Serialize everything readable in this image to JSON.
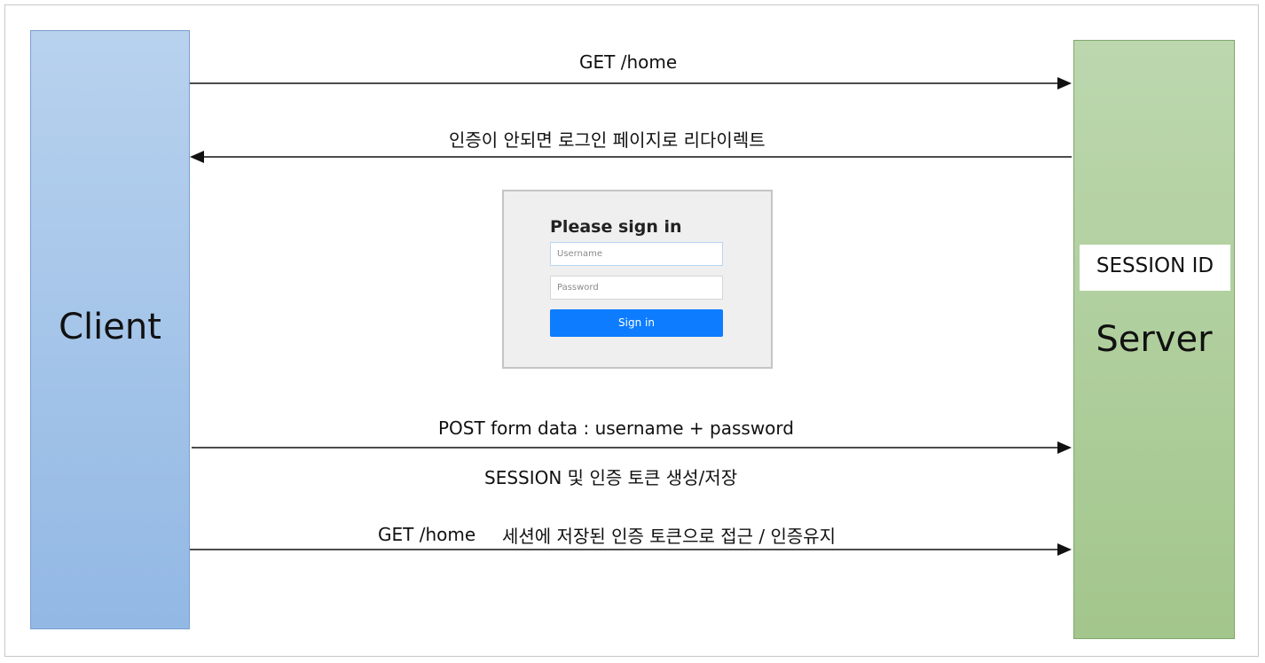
{
  "client": {
    "label": "Client"
  },
  "server": {
    "label": "Server",
    "session_label": "SESSION ID"
  },
  "messages": {
    "get_home": "GET /home",
    "redirect": "인증이 안되면 로그인 페이지로 리다이렉트",
    "post_form": "POST  form data : username + password",
    "session_create": "SESSION 및 인증 토큰 생성/저장",
    "get_home_again": "GET /home",
    "token_access": "세션에 저장된 인증 토큰으로 접근 / 인증유지"
  },
  "login_form": {
    "title": "Please sign in",
    "username_placeholder": "Username",
    "password_placeholder": "Password",
    "submit_label": "Sign in"
  },
  "colors": {
    "client_fill": "#a7c5ea",
    "server_fill": "#b0cf9e",
    "button_blue": "#0d7cff"
  }
}
